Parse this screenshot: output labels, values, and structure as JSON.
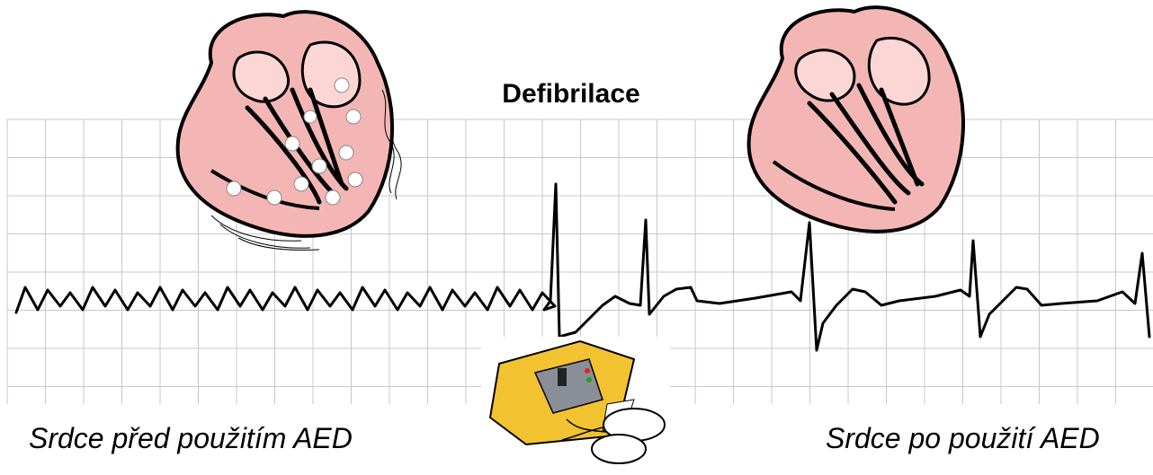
{
  "title": "Defibrilace",
  "captions": {
    "before": "Srdce před použitím AED",
    "after": "Srdce po použití AED"
  },
  "colors": {
    "grid": "#c8c8c8",
    "ecg": "#000000",
    "heart_fill": "#f4b6b4",
    "heart_outline": "#000000",
    "aed_body": "#f2c230",
    "aed_screen": "#8a8f97"
  },
  "icons": [
    "heart-fibrillating-icon",
    "heart-normal-icon",
    "aed-device-icon",
    "electrode-pads-icon"
  ]
}
